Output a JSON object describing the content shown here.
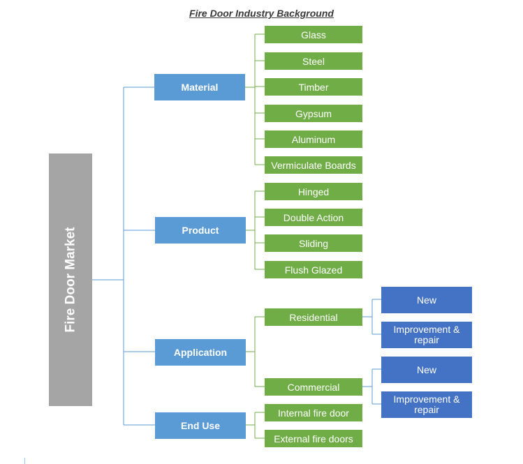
{
  "title": "Fire Door Industry Background",
  "root": "Fire Door Market",
  "categories": {
    "material": "Material",
    "product": "Product",
    "application": "Application",
    "end_use": "End Use"
  },
  "material_items": [
    "Glass",
    "Steel",
    "Timber",
    "Gypsum",
    "Aluminum",
    "Vermiculate Boards"
  ],
  "product_items": [
    "Hinged",
    "Double Action",
    "Sliding",
    "Flush Glazed"
  ],
  "application_items": {
    "residential": "Residential",
    "commercial": "Commercial",
    "residential_sub": [
      "New",
      "Improvement &\nrepair"
    ],
    "commercial_sub": [
      "New",
      "Improvement &\nrepair"
    ]
  },
  "end_use_items": [
    "Internal fire door",
    "External fire doors"
  ],
  "colors": {
    "root": "#a5a5a5",
    "category": "#5b9bd5",
    "leaf": "#70ad47",
    "sub": "#4472c4",
    "connector_blue": "#5b9bd5",
    "connector_green": "#70ad47"
  }
}
